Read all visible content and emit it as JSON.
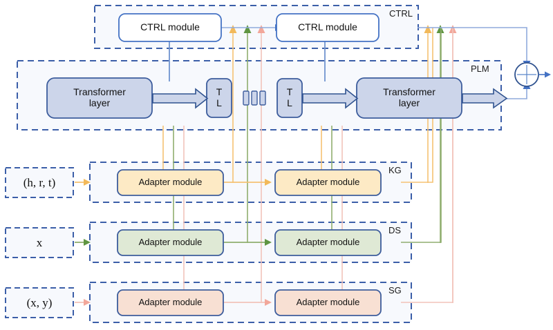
{
  "diagram": {
    "title": "PLM with stacked adapter modules and CTRL modules",
    "colors": {
      "dashed_border": "#3b5ea8",
      "container_fill": "#f7f9fd",
      "plm_box_fill": "#ccd5ea",
      "plm_box_border": "#3c5c9c",
      "ctrl_box_fill": "#ffffff",
      "ctrl_box_border": "#4472c4",
      "kg_fill": "#fdeac5",
      "kg_border": "#3c5c9c",
      "kg_line": "#f5c272",
      "ds_fill": "#dfe9d5",
      "ds_border": "#3c5c9c",
      "ds_line": "#70a352",
      "sg_fill": "#f8e0d3",
      "sg_border": "#3c5c9c",
      "sg_line": "#f2aca0",
      "blue_line": "#4472c4",
      "blue_thin": "#8faadc"
    }
  },
  "groups": {
    "ctrl": {
      "label": "CTRL"
    },
    "plm": {
      "label": "PLM"
    },
    "kg": {
      "label": "KG"
    },
    "ds": {
      "label": "DS"
    },
    "sg": {
      "label": "SG"
    }
  },
  "inputs": [
    {
      "id": "kg-input",
      "label": "(h, r, t)"
    },
    {
      "id": "ds-input",
      "label": "x"
    },
    {
      "id": "sg-input",
      "label": "(x, y)"
    }
  ],
  "ctrl_modules": [
    {
      "id": "ctrl-module-1",
      "label": "CTRL module"
    },
    {
      "id": "ctrl-module-2",
      "label": "CTRL module"
    }
  ],
  "plm_blocks": [
    {
      "id": "transformer-layer-1",
      "label": "Transformer\nlayer",
      "line1": "Transformer",
      "line2": "layer"
    },
    {
      "id": "tl-1",
      "label": "T L",
      "line1": "T",
      "line2": "L"
    },
    {
      "id": "tl-2",
      "label": "T L",
      "line1": "T",
      "line2": "L"
    },
    {
      "id": "transformer-layer-2",
      "label": "Transformer\nlayer",
      "line1": "Transformer",
      "line2": "layer"
    }
  ],
  "ellipsis": {
    "label": "▐▐▐",
    "count": 3
  },
  "adapter_rows": [
    {
      "group": "KG",
      "modules": [
        {
          "id": "kg-adapter-1",
          "label": "Adapter module"
        },
        {
          "id": "kg-adapter-2",
          "label": "Adapter module"
        }
      ]
    },
    {
      "group": "DS",
      "modules": [
        {
          "id": "ds-adapter-1",
          "label": "Adapter module"
        },
        {
          "id": "ds-adapter-2",
          "label": "Adapter module"
        }
      ]
    },
    {
      "group": "SG",
      "modules": [
        {
          "id": "sg-adapter-1",
          "label": "Adapter module"
        },
        {
          "id": "sg-adapter-2",
          "label": "Adapter module"
        }
      ]
    }
  ],
  "sum_node": {
    "id": "sum-node",
    "label": ""
  }
}
